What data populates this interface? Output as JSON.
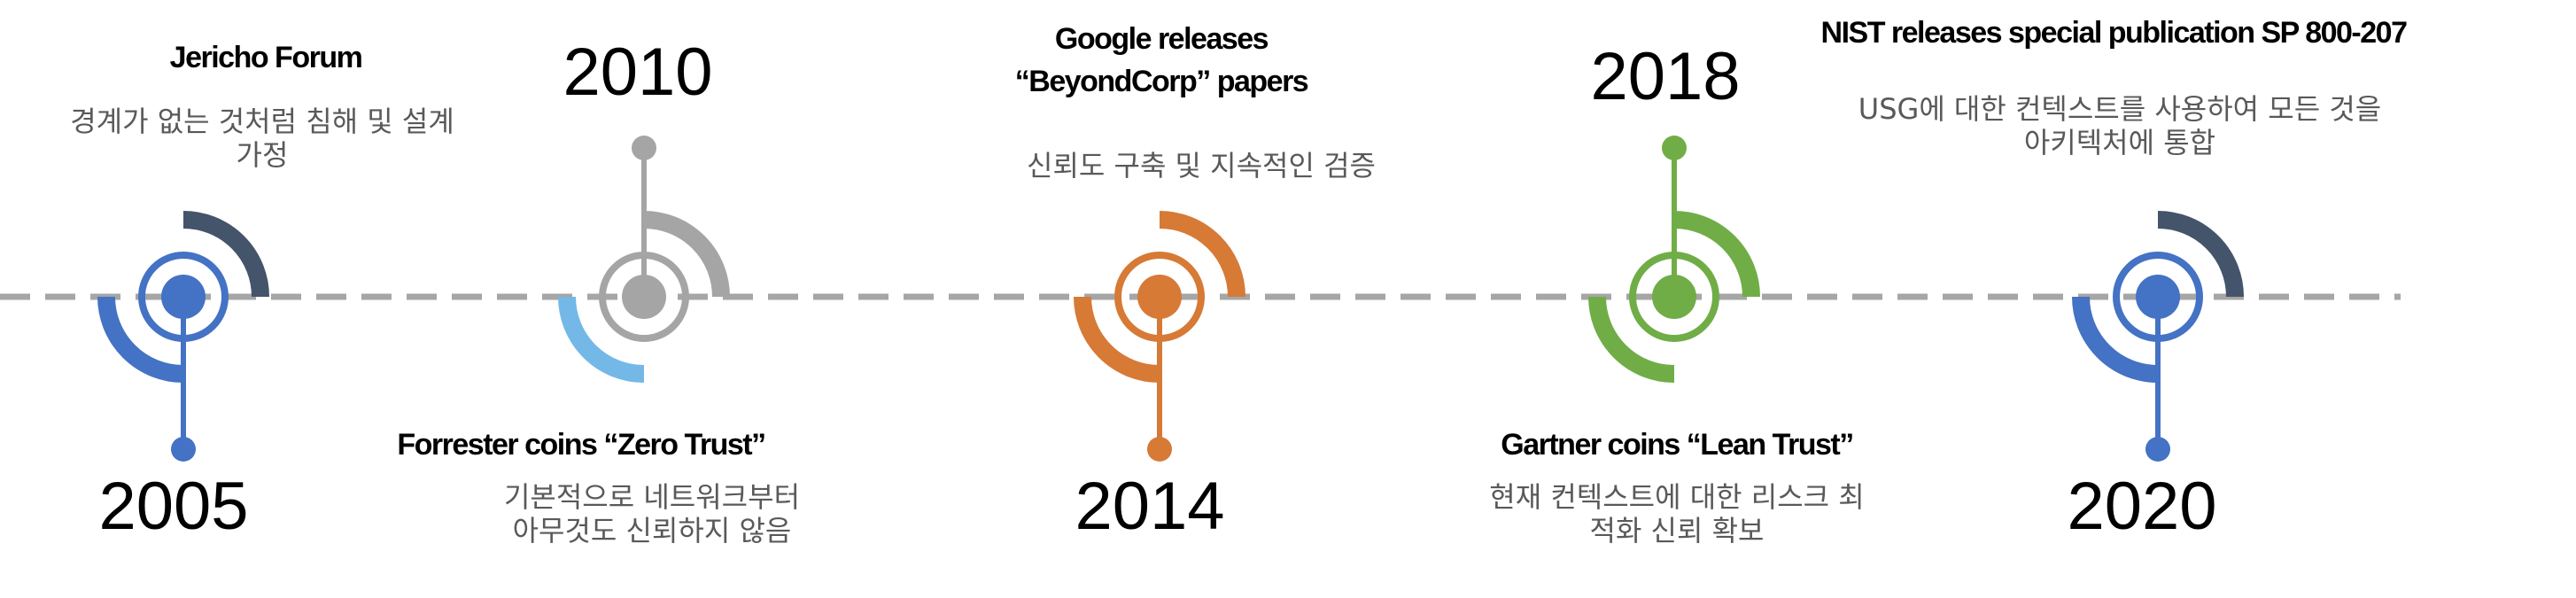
{
  "colors": {
    "dash": "#a6a6a6",
    "blue": "#4472c4",
    "navy": "#44546a",
    "gray": "#a5a5a5",
    "light_blue": "#74b8e8",
    "orange": "#d67a36",
    "green": "#70ad47"
  },
  "milestones": [
    {
      "year": "2005",
      "title": "Jericho Forum",
      "description": [
        "경계가 없는 것처럼 침해 및 설계",
        "가정"
      ]
    },
    {
      "year": "2010",
      "title": "Forrester coins “Zero Trust”",
      "description": [
        "기본적으로 네트워크부터",
        "아무것도 신뢰하지 않음"
      ]
    },
    {
      "year": "2014",
      "title": [
        "Google releases",
        "“BeyondCorp” papers"
      ],
      "description": [
        "신뢰도 구축 및 지속적인 검증"
      ]
    },
    {
      "year": "2018",
      "title": "Gartner coins “Lean Trust”",
      "description": [
        "현재 컨텍스트에 대한 리스크 최",
        "적화  신뢰 확보"
      ]
    },
    {
      "year": "2020",
      "title": "NIST releases special publication SP 800-207",
      "description": [
        "USG에 대한 컨텍스트를 사용하여 모든  것을",
        "아키텍처에 통합"
      ]
    }
  ]
}
